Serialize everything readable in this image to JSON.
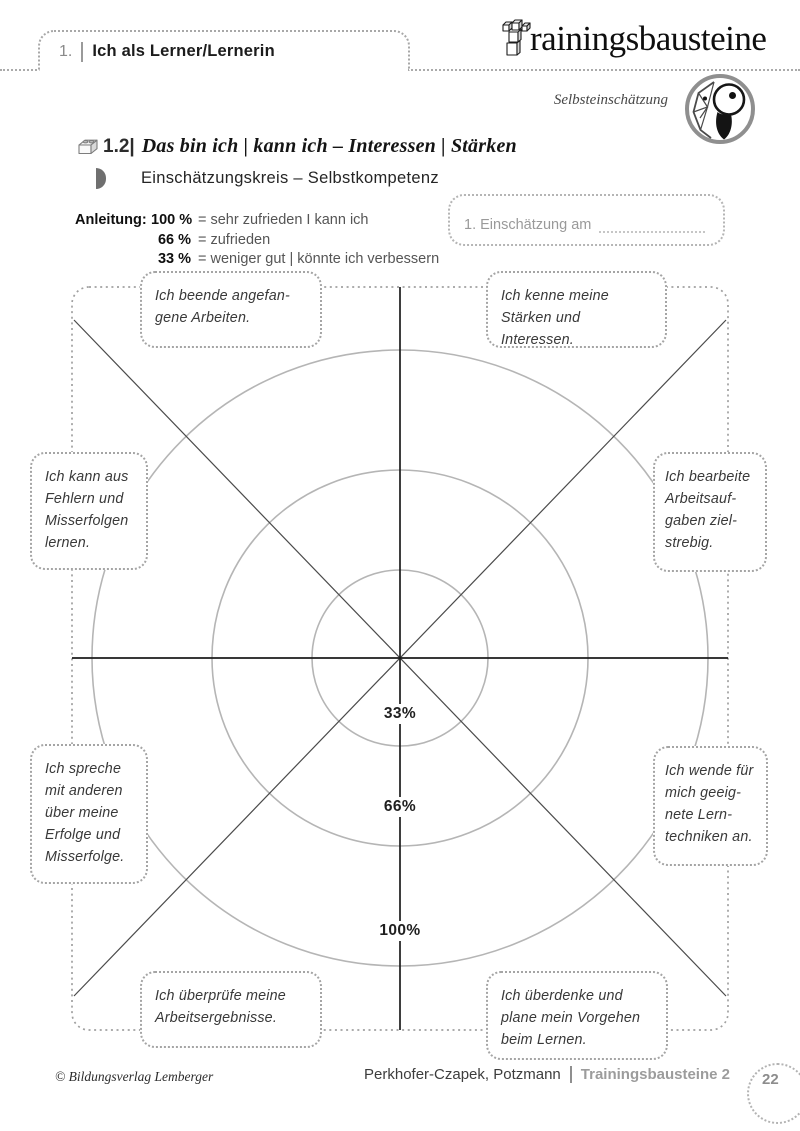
{
  "tab": {
    "number": "1.",
    "title": "Ich als Lerner/Lernerin"
  },
  "brand": {
    "logo_text": "rainingsbausteine",
    "tagline": "Selbsteinschätzung"
  },
  "heading": {
    "number": "1.2|",
    "title": "Das bin ich | kann ich – Interessen | Stärken",
    "subtitle": "Einschätzungskreis – Selbstkompetenz"
  },
  "instructions": {
    "label": "Anleitung:",
    "items": [
      {
        "value": "100 %",
        "desc": "= sehr zufrieden I kann ich"
      },
      {
        "value": "66 %",
        "desc": "= zufrieden"
      },
      {
        "value": "33 %",
        "desc": "= weniger gut | könnte ich verbessern"
      }
    ]
  },
  "assessment": {
    "label": "1. Einschätzung am"
  },
  "diagram": {
    "rings": [
      {
        "label": "33%"
      },
      {
        "label": "66%"
      },
      {
        "label": "100%"
      }
    ],
    "statements": {
      "top_left": "Ich beende angefan-\ngene Arbeiten.",
      "top_right": "Ich kenne meine\nStärken und Interessen.",
      "left": "Ich kann aus\nFehlern und\nMisserfolgen\nlernen.",
      "right": "Ich bearbeite\nArbeitsauf-\ngaben ziel-\nstrebig.",
      "bottom_left": "Ich spreche\nmit anderen\nüber meine\nErfolge und\nMisserfolge.",
      "bottom_right": "Ich wende für\nmich geeig-\nnete Lern-\ntechniken an.",
      "bottom_center_left": "Ich überprüfe meine\nArbeitsergebnisse.",
      "bottom_center_right": "Ich überdenke und\nplane mein Vorgehen\nbeim Lernen."
    }
  },
  "footer": {
    "copyright": "© Bildungsverlag Lemberger",
    "authors": "Perkhofer-Czapek, Potzmann",
    "series": "Trainingsbausteine 2",
    "page_number": "22"
  },
  "colors": {
    "crosshair": "#1a1a1a",
    "circle_gray": "#b5b5b5",
    "dotted_border": "#a5a5a5",
    "muted_text": "#9a9a9a",
    "series_gray": "#9c9c9c"
  }
}
